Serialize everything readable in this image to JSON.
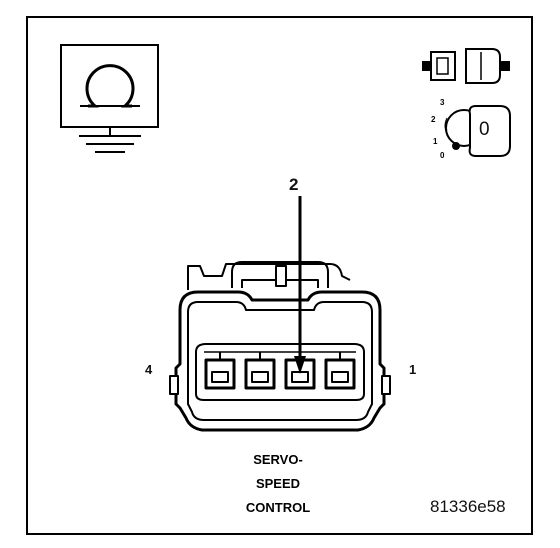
{
  "diagram": {
    "pin_callout": "2",
    "pin_left": "4",
    "pin_right": "1",
    "title_lines": [
      "SERVO-",
      "SPEED",
      "CONTROL"
    ],
    "figure_id": "81336e58"
  },
  "ignition_switch": {
    "positions": [
      "3",
      "2",
      "1",
      "0"
    ],
    "key_label": "0"
  },
  "icons": [
    "ground-resistance-icon",
    "disconnected-connector-icon",
    "ignition-key-off-icon"
  ],
  "colors": {
    "line": "#000000",
    "background": "#ffffff"
  }
}
